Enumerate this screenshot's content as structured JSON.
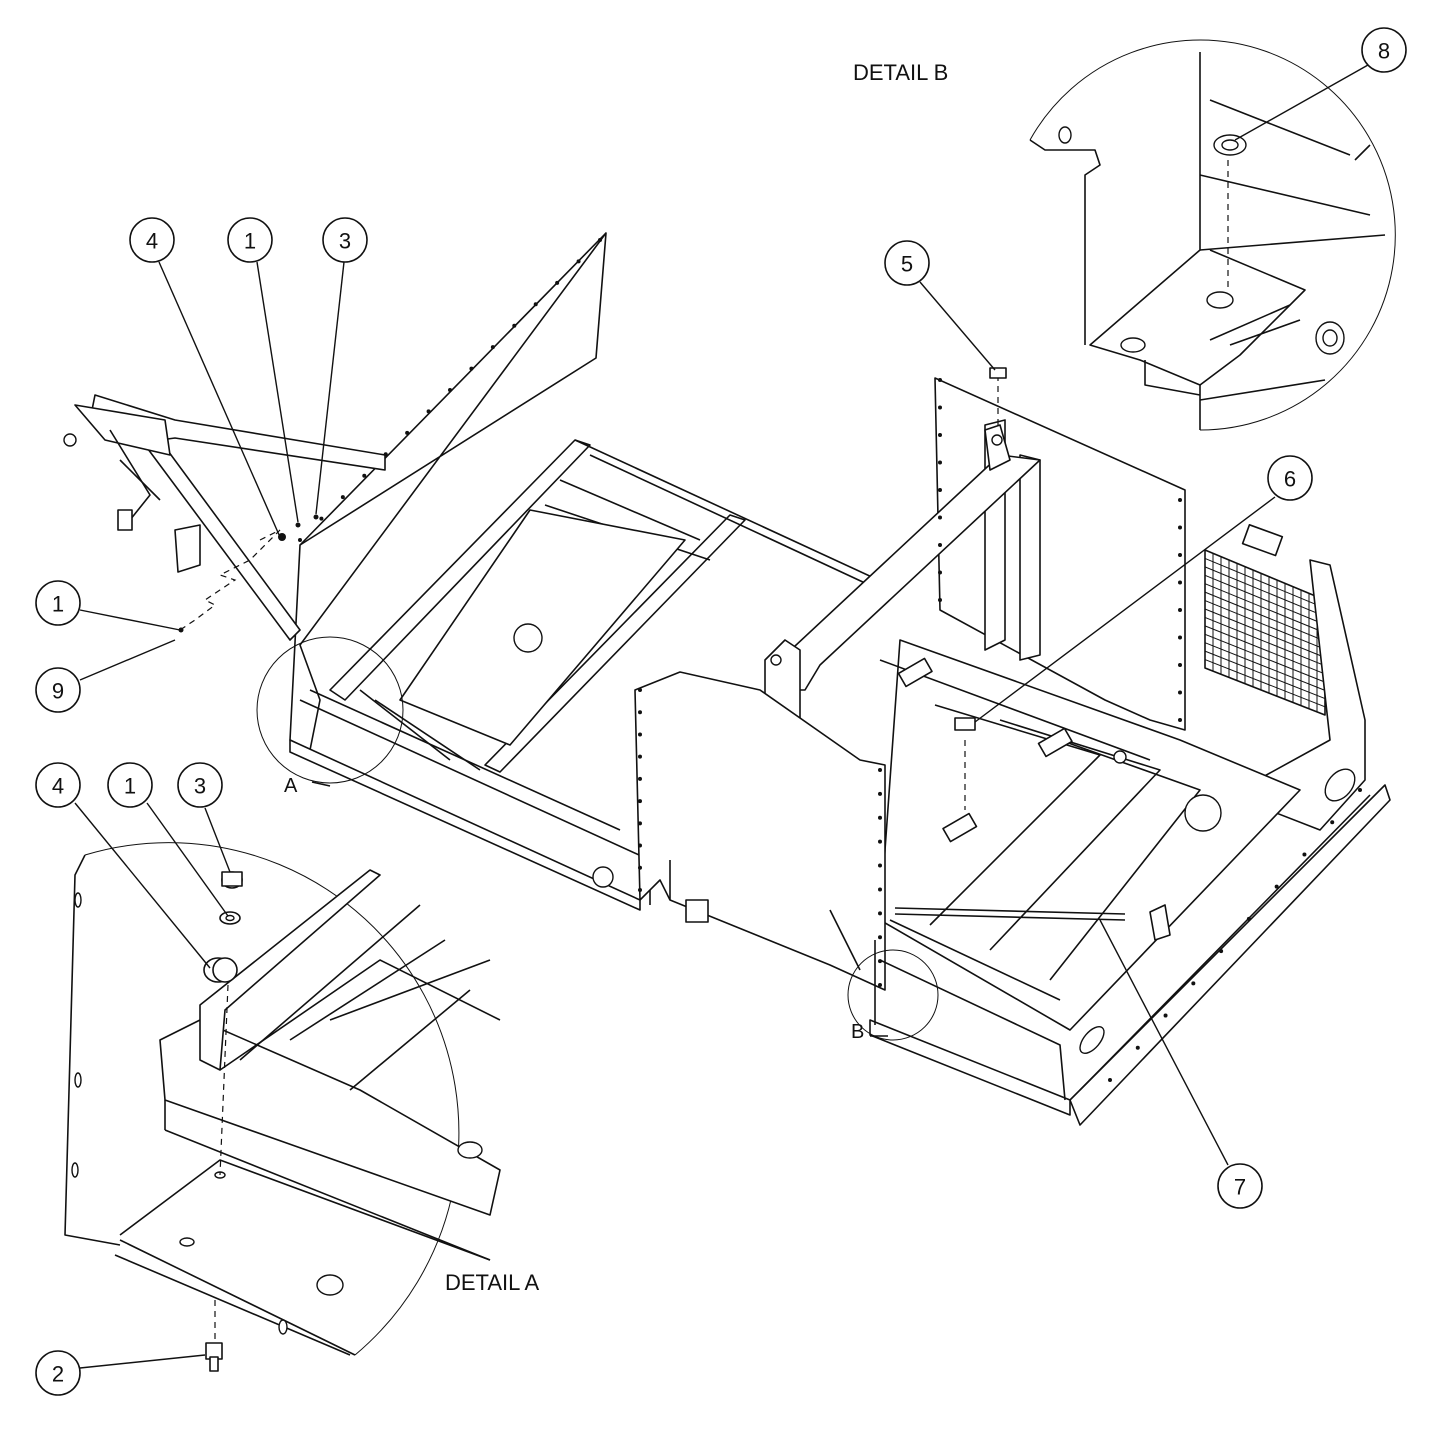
{
  "detail_labels": {
    "detail_a": "DETAIL A",
    "detail_b": "DETAIL B"
  },
  "view_markers": {
    "a": "A",
    "b": "B"
  },
  "balloons": {
    "b4_top": "4",
    "b1_top": "1",
    "b3_top": "3",
    "b1_left": "1",
    "b9_left": "9",
    "b4_detail": "4",
    "b1_detail": "1",
    "b3_detail": "3",
    "b2_detail": "2",
    "b5": "5",
    "b6": "6",
    "b7": "7",
    "b8": "8"
  }
}
